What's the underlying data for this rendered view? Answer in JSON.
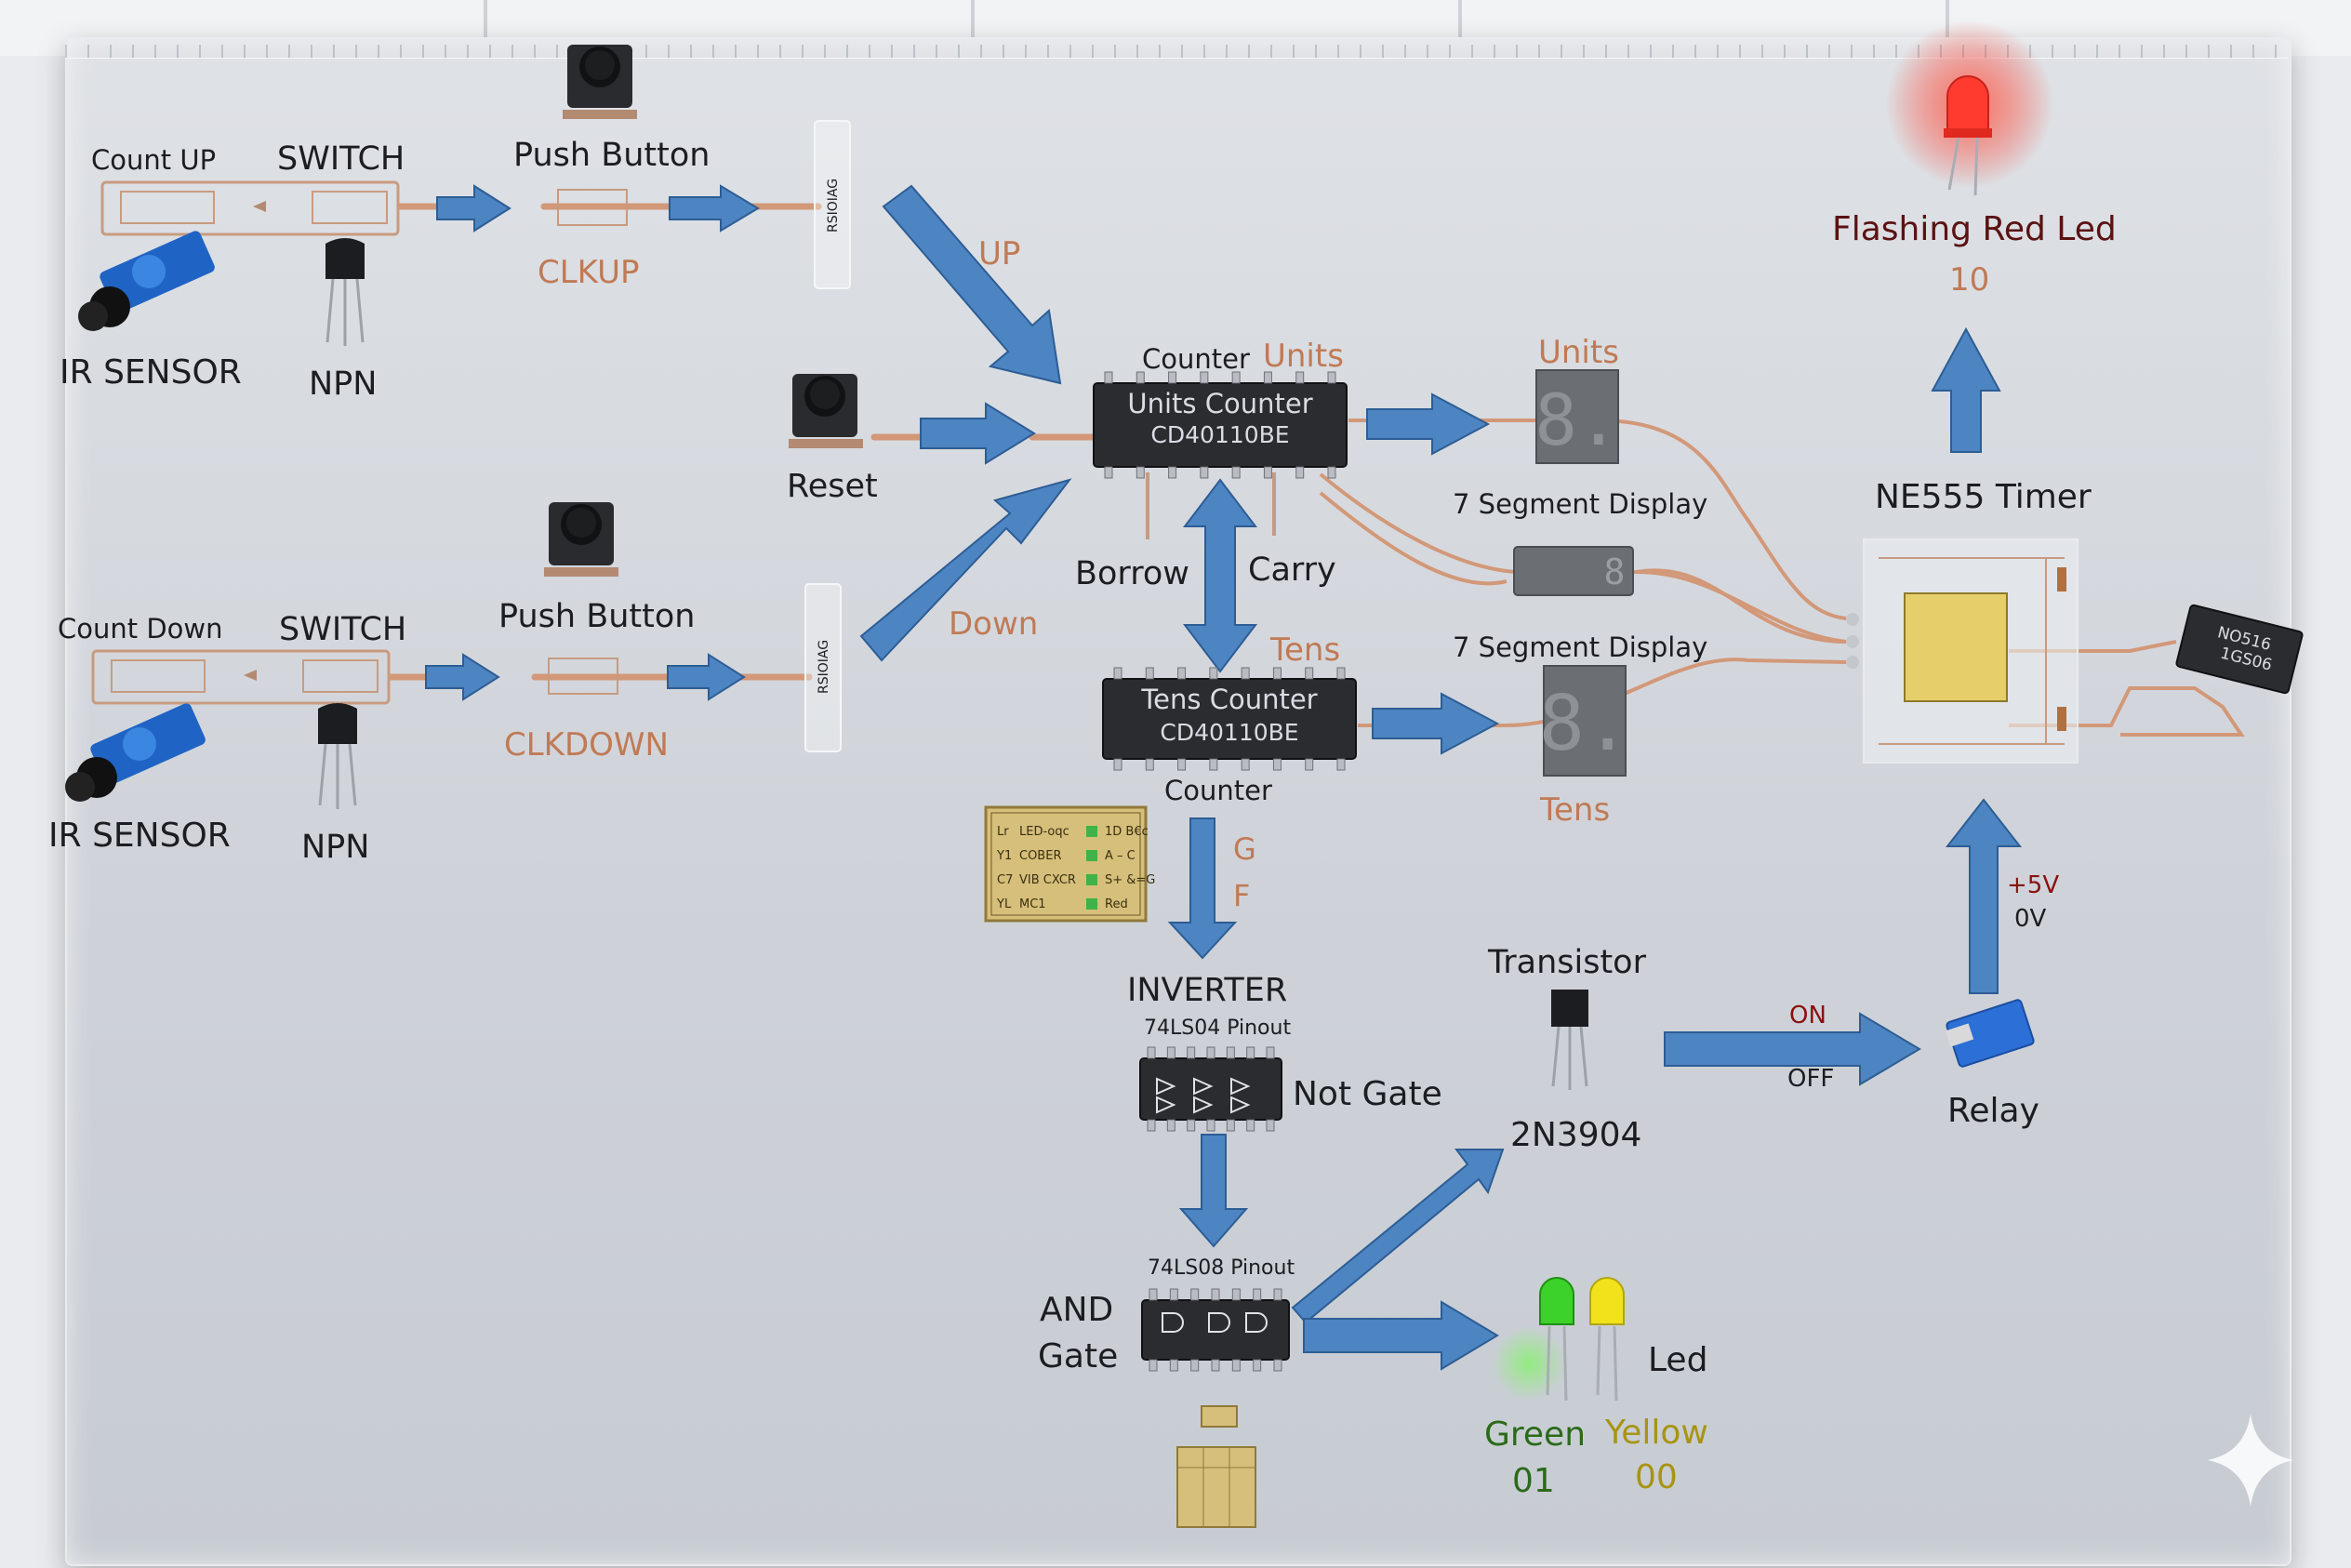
{
  "labels": {
    "count_up": "Count UP",
    "switch_up": "SWITCH",
    "push_button_up": "Push Button",
    "ir_sensor_up": "IR SENSOR",
    "npn_up": "NPN",
    "clkup": "CLKUP",
    "up": "UP",
    "count_down": "Count Down",
    "switch_down": "SWITCH",
    "push_button_down": "Push Button",
    "ir_sensor_down": "IR SENSOR",
    "npn_down": "NPN",
    "clkdown": "CLKDOWN",
    "down": "Down",
    "reset": "Reset",
    "counter_top": "Counter",
    "units_cu": "Units",
    "units_counter_line1": "Units Counter",
    "units_counter_line2": "CD40110BE",
    "borrow": "Borrow",
    "carry": "Carry",
    "tens_cu": "Tens",
    "tens_counter_line1": "Tens Counter",
    "tens_counter_line2": "CD40110BE",
    "counter_bottom": "Counter",
    "units_display": "Units",
    "seg_display_1": "7 Segment Display",
    "seg_display_2": "7 Segment Display",
    "tens_display": "Tens",
    "g": "G",
    "f": "F",
    "inverter": "INVERTER",
    "inverter_pinout": "74LS04 Pinout",
    "not_gate": "Not Gate",
    "and_pinout": "74LS08 Pinout",
    "and_gate_1": "AND",
    "and_gate_2": "Gate",
    "transistor": "Transistor",
    "q_2n3904": "2N3904",
    "on": "ON",
    "off": "OFF",
    "relay": "Relay",
    "plus5v": "+5V",
    "zero_v": "0V",
    "ne555": "NE555 Timer",
    "ne555_chip": "NO516",
    "ne555_chip2": "1GS06",
    "flashing_red_led": "Flashing Red Led",
    "red_code": "10",
    "led": "Led",
    "green": "Green",
    "green_code": "01",
    "yellow": "Yellow",
    "yellow_code": "00"
  },
  "legend_card": {
    "rows": [
      {
        "a": "Lr",
        "b": "LED-oqc",
        "c": "1D B€c"
      },
      {
        "a": "Y1",
        "b": "COBER",
        "c": "A – C"
      },
      {
        "a": "C7",
        "b": "VIB CXCR",
        "c": "S+ &=G"
      },
      {
        "a": "YL",
        "b": "MC1",
        "c": "Red"
      }
    ]
  },
  "colors": {
    "arrow": "#4d84c2",
    "copper": "#c07a55",
    "chip": "#2a2c30",
    "led_red": "#ff3b30",
    "led_green": "#3cd22a",
    "led_yellow": "#f1e21b",
    "relay": "#2c6fd6",
    "sensor_blue": "#1f64c4"
  },
  "icons": [
    "push-button-icon",
    "ir-sensor-icon",
    "npn-transistor-icon",
    "seven-segment-icon",
    "relay-icon",
    "led-icon",
    "ic-chip-icon"
  ]
}
